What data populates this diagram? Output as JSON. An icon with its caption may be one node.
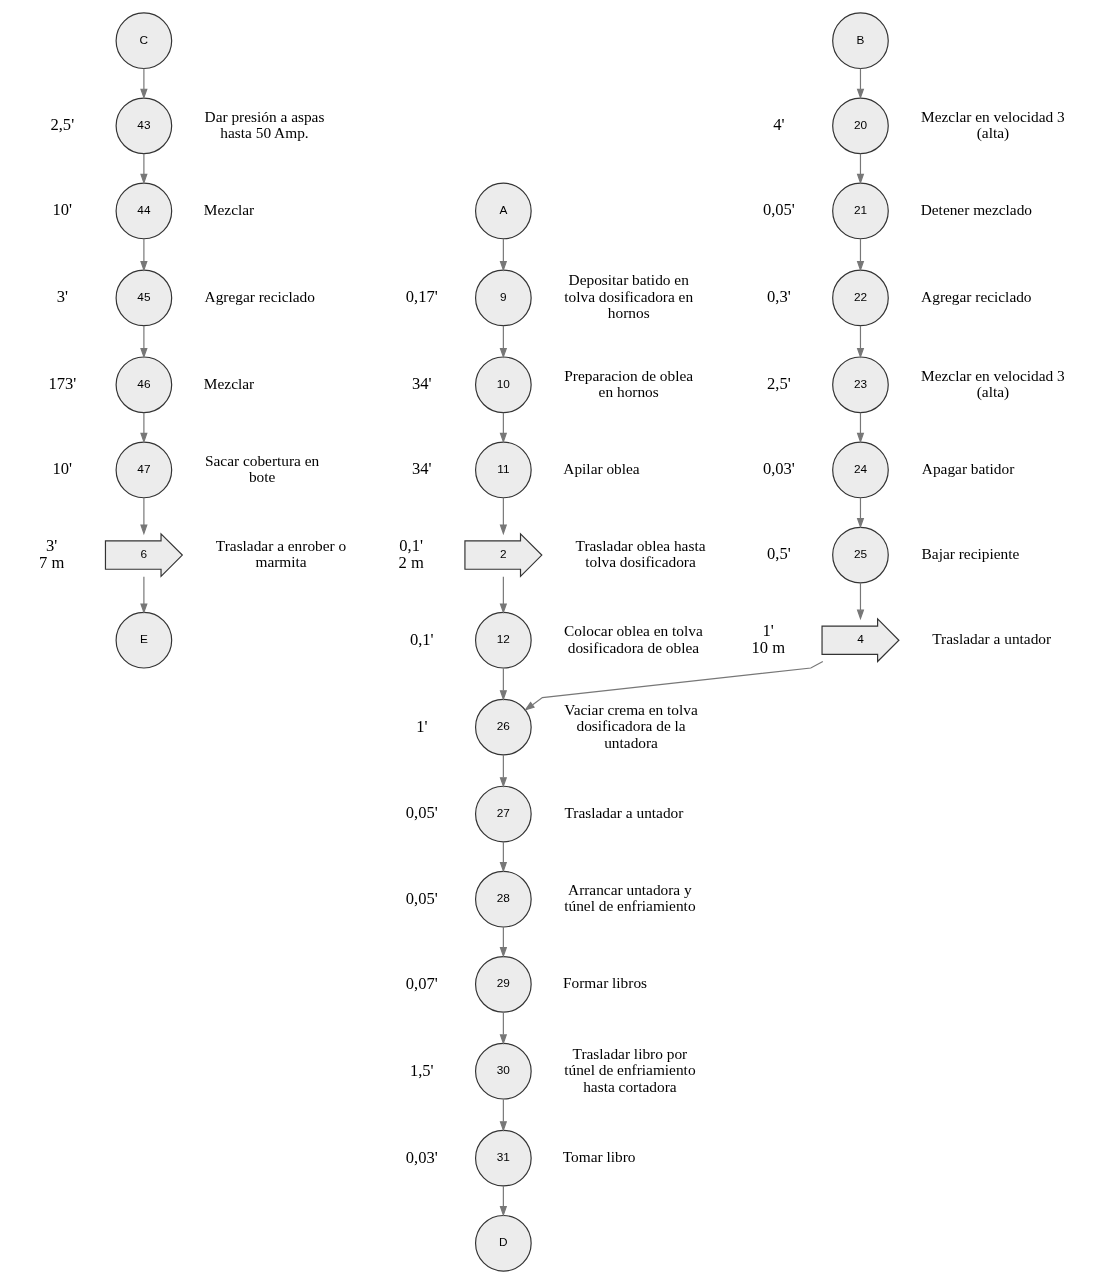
{
  "diagram": {
    "nodes": [
      {
        "text": [
          "C"
        ]
      },
      {
        "text": [
          "43"
        ],
        "beside": [
          "2,5'",
          "Dar presión a aspas hasta 50 Amp."
        ]
      },
      {
        "text": [
          "44"
        ],
        "beside": [
          "10'",
          "Mezclar"
        ]
      },
      {
        "text": [
          "45"
        ],
        "beside": [
          "3'",
          "Agregar reciclado"
        ]
      },
      {
        "text": [
          "46"
        ],
        "beside": [
          "173'",
          "Mezclar"
        ]
      },
      {
        "text": [
          "47"
        ],
        "beside": [
          "10'",
          "Sacar cobertura en bote"
        ]
      },
      {
        "text": [
          "6"
        ],
        "beside": [
          "3'",
          "7 m",
          "Trasladar a enrober o marmita"
        ]
      },
      {
        "text": [
          "E"
        ]
      },
      {
        "text": [
          "B"
        ]
      },
      {
        "text": [
          "20"
        ],
        "beside": [
          "4'",
          "Mezclar en velocidad 3 (alta)"
        ]
      },
      {
        "text": [
          "21"
        ],
        "beside": [
          "0,05'",
          "Detener mezclado"
        ]
      },
      {
        "text": [
          "22"
        ],
        "beside": [
          "0,3'",
          "Agregar reciclado"
        ]
      },
      {
        "text": [
          "23"
        ],
        "beside": [
          "2,5'",
          "Mezclar en velocidad 3 (alta)"
        ]
      },
      {
        "text": [
          "24"
        ],
        "beside": [
          "0,03'",
          "Apagar batidor"
        ]
      },
      {
        "text": [
          "25"
        ],
        "beside": [
          "0,5'",
          "Bajar recipiente"
        ]
      },
      {
        "text": [
          "4"
        ],
        "beside": [
          "1'",
          "10 m",
          "Trasladar a untador"
        ]
      },
      {
        "text": [
          "A"
        ]
      },
      {
        "text": [
          "9"
        ],
        "beside": [
          "0,17'",
          "Depositar batido en tolva dosificadora en hornos"
        ]
      },
      {
        "text": [
          "10"
        ],
        "beside": [
          "34'",
          "Preparacion de oblea en hornos"
        ]
      },
      {
        "text": [
          "11"
        ],
        "beside": [
          "34'",
          "Apilar oblea"
        ]
      },
      {
        "text": [
          "2"
        ],
        "beside": [
          "0,1'",
          "2 m",
          "Trasladar oblea hasta tolva dosificadora"
        ]
      },
      {
        "text": [
          "12"
        ],
        "beside": [
          "0,1'",
          "Colocar oblea en tolva dosificadora de oblea"
        ]
      },
      {
        "text": [
          "26"
        ],
        "beside": [
          "1'",
          "Vaciar crema en tolva dosificadora de la untadora"
        ]
      },
      {
        "text": [
          "27"
        ],
        "beside": [
          "0,05'",
          "Trasladar a untador"
        ]
      },
      {
        "text": [
          "28"
        ],
        "beside": [
          "0,05'",
          "Arrancar untadora y túnel de enfriamiento"
        ]
      },
      {
        "text": [
          "29"
        ],
        "beside": [
          "0,07'",
          "Formar libros"
        ]
      },
      {
        "text": [
          "30"
        ],
        "beside": [
          "1,5'",
          "Trasladar libro por túnel de enfriamiento hasta cortadora"
        ]
      },
      {
        "text": [
          "31"
        ],
        "beside": [
          "0,03'",
          "Tomar libro"
        ]
      },
      {
        "text": [
          "D"
        ]
      }
    ],
    "edges": [
      {
        "from": 0,
        "to": 1,
        "arrow": "to"
      },
      {
        "from": 1,
        "to": 2,
        "arrow": "to"
      },
      {
        "from": 2,
        "to": 3,
        "arrow": "to"
      },
      {
        "from": 3,
        "to": 4,
        "arrow": "to"
      },
      {
        "from": 4,
        "to": 5,
        "arrow": "to"
      },
      {
        "from": 5,
        "to": 6,
        "arrow": "to"
      },
      {
        "from": 6,
        "to": 7,
        "arrow": "to"
      },
      {
        "from": 8,
        "to": 9,
        "arrow": "to"
      },
      {
        "from": 9,
        "to": 10,
        "arrow": "to"
      },
      {
        "from": 10,
        "to": 11,
        "arrow": "to"
      },
      {
        "from": 11,
        "to": 12,
        "arrow": "to"
      },
      {
        "from": 12,
        "to": 13,
        "arrow": "to"
      },
      {
        "from": 13,
        "to": 14,
        "arrow": "to"
      },
      {
        "from": 14,
        "to": 15,
        "arrow": "to"
      },
      {
        "from": 15,
        "to": 22,
        "arrow": "to"
      },
      {
        "from": 16,
        "to": 17,
        "arrow": "to"
      },
      {
        "from": 17,
        "to": 18,
        "arrow": "to"
      },
      {
        "from": 18,
        "to": 19,
        "arrow": "to"
      },
      {
        "from": 19,
        "to": 20,
        "arrow": "to"
      },
      {
        "from": 20,
        "to": 21,
        "arrow": "to"
      },
      {
        "from": 21,
        "to": 22,
        "arrow": "to"
      },
      {
        "from": 22,
        "to": 23,
        "arrow": "to"
      },
      {
        "from": 23,
        "to": 24,
        "arrow": "to"
      },
      {
        "from": 24,
        "to": 25,
        "arrow": "to"
      },
      {
        "from": 25,
        "to": 26,
        "arrow": "to"
      },
      {
        "from": 26,
        "to": 27,
        "arrow": "to"
      },
      {
        "from": 27,
        "to": 28,
        "arrow": "to"
      }
    ]
  }
}
